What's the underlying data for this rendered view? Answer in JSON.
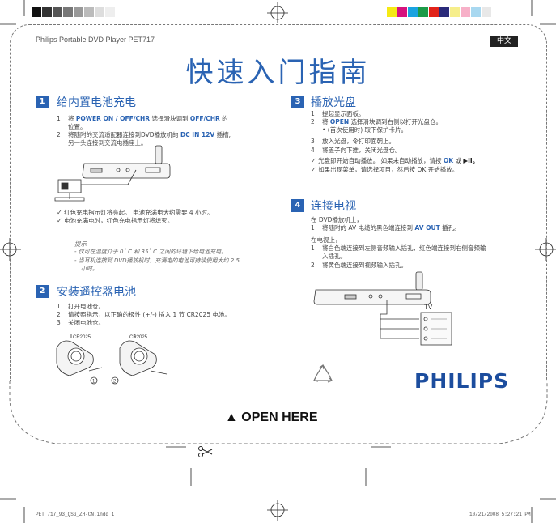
{
  "header": {
    "product": "Philips Portable DVD Player PET717",
    "lang": "中文",
    "title": "快速入门指南"
  },
  "color_bar": {
    "grays": [
      "#111111",
      "#333333",
      "#555555",
      "#777777",
      "#999999",
      "#bbbbbb",
      "#dddddd"
    ],
    "colors": [
      "#f5ea14",
      "#d6127e",
      "#1aa3e0",
      "#1c9b48",
      "#e2231a",
      "#2a2a7a",
      "#f6ee8b",
      "#f7b0c8",
      "#a8d8f0"
    ]
  },
  "sec1": {
    "num": "1",
    "title": "给内置电池充电",
    "s1_num": "1",
    "s1_a": "将",
    "s1_b": "POWER ON / OFF/CHR",
    "s1_c": "选择滑块调到",
    "s1_d": "OFF/CHR",
    "s1_e": "的",
    "s1_f": "位置。",
    "s2_num": "2",
    "s2_a": "将随附的交流适配器连接到DVD播放机的",
    "s2_b": "DC IN 12V",
    "s2_c": "插槽,",
    "s2_d": "另一头连接到交流电插座上。",
    "c1": "红色充电指示灯将亮起。 电池充满电大约需要 4 小时。",
    "c2": "电池充满电时，红色充电指示灯将熄灭。",
    "tip_title": "提示",
    "tip1": "仅可在温度介于 0˚ C 和 35˚ C 之间的环境下给电池充电。",
    "tip2a": "当耳机连接到 DVD播放机时，充满电的电池可持续使用大约 2.5",
    "tip2b": "小时。"
  },
  "sec2": {
    "num": "2",
    "title": "安装遥控器电池",
    "s1_num": "1",
    "s1": "打开电池仓。",
    "s2_num": "2",
    "s2": "请按照指示，以正确的极性 (+/-) 插入 1 节 CR2025 电池。",
    "s3_num": "3",
    "s3": "关闭电池仓。",
    "label1": "CR2025",
    "label2": "CR2025",
    "mark1": "1",
    "mark2": "2"
  },
  "sec3": {
    "num": "3",
    "title": "播放光盘",
    "s1_num": "1",
    "s1": "提起显示面板。",
    "s2_num": "2",
    "s2_a": "将",
    "s2_b": "OPEN",
    "s2_c": "选择滑块调到右侧以打开光盘仓。",
    "s2_sub": "• (首次使用时) 取下保护卡片。",
    "s3_num": "3",
    "s3": "放入光盘，令打印面朝上。",
    "s4_num": "4",
    "s4": "将盖子向下推，关闭光盘仓。",
    "c1_a": "光盘即开始自动播放。 如果未自动播放，请按",
    "c1_b": "OK",
    "c1_c": "或",
    "c1_d": "▶II。",
    "c2": "如果出现菜单，请选择项目，然后按 OK 开始播放。"
  },
  "sec4": {
    "num": "4",
    "title": "连接电视",
    "intro1": "在 DVD播放机上，",
    "s1_num": "1",
    "s1_a": "将随附的 AV 电缆的黑色端连接到",
    "s1_b": "AV OUT",
    "s1_c": "插孔。",
    "intro2": "在电视上，",
    "s2_num": "1",
    "s2a": "将白色端连接到左侧音频输入插孔，红色端连接到右侧音频输",
    "s2b": "入插孔。",
    "s3_num": "2",
    "s3": "将黄色端连接到视频输入插孔。",
    "tv": "TV"
  },
  "brand": "PHILIPS",
  "open_here": "▲ OPEN HERE",
  "footer": {
    "left": "PET 717_93_QSG_ZH-CN.indd   1",
    "right": "10/21/2008   5:27:21 PM"
  }
}
